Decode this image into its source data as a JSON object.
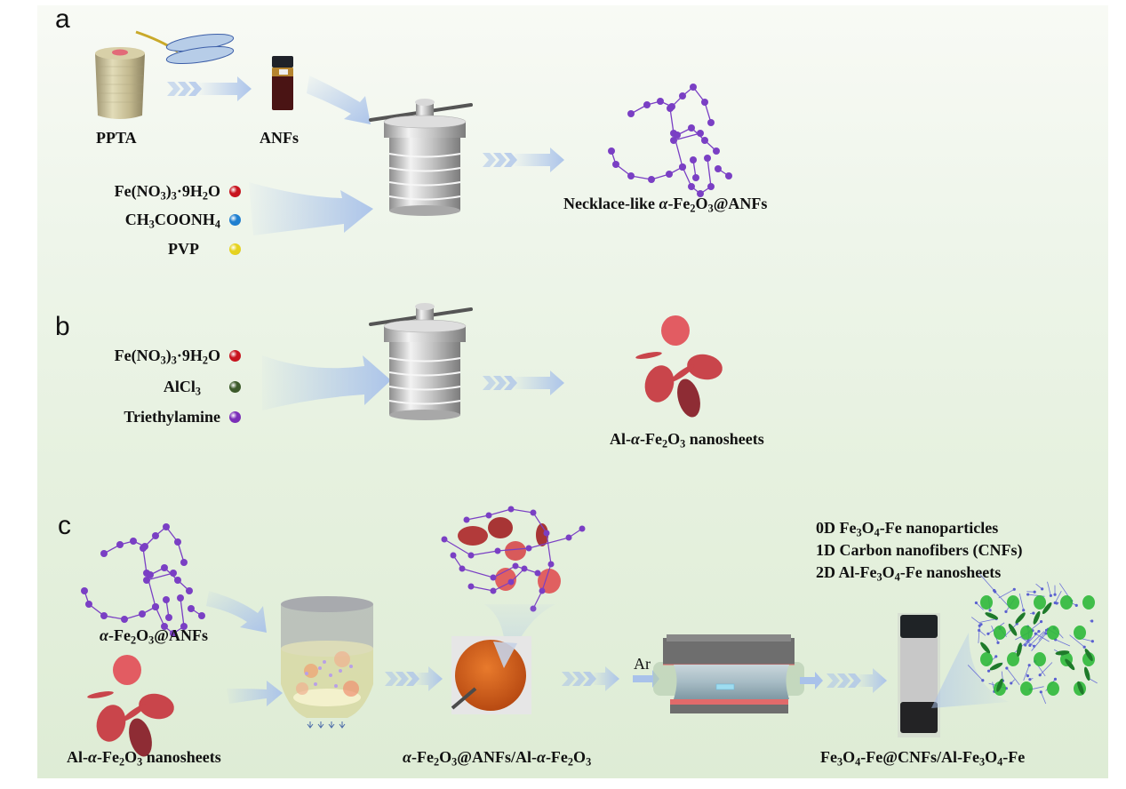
{
  "figure": {
    "panels": {
      "a": {
        "letter": "a",
        "labels": {
          "pptta": "PPTA",
          "anfs": "ANFs",
          "product": "Necklace-like α-Fe2O3@ANFs"
        },
        "reagents": [
          {
            "name": "Fe(NO3)3·9H2O",
            "color": "#c8141e"
          },
          {
            "name": "CH3COONH4",
            "color": "#1f7fd0"
          },
          {
            "name": "PVP",
            "color": "#e6d21e"
          }
        ]
      },
      "b": {
        "letter": "b",
        "labels": {
          "product": "Al-α-Fe2O3 nanosheets"
        },
        "reagents": [
          {
            "name": "Fe(NO3)3·9H2O",
            "color": "#c8141e"
          },
          {
            "name": "AlCl3",
            "color": "#3c5a2a"
          },
          {
            "name": "Triethylamine",
            "color": "#7a2fb8"
          }
        ]
      },
      "c": {
        "letter": "c",
        "labels": {
          "input1": "α-Fe2O3@ANFs",
          "input2": "Al-α-Fe2O3 nanosheets",
          "intermediate": "α-Fe2O3@ANFs/Al-α-Fe2O3",
          "gas": "Ar",
          "product": "Fe3O4-Fe@CNFs/Al-Fe3O4-Fe"
        },
        "components": [
          "0D Fe3O4-Fe nanoparticles",
          "1D Carbon nanofibers (CNFs)",
          "2D Al-Fe3O4-Fe nanosheets"
        ]
      }
    },
    "colors": {
      "arrow": "#a9c2ea",
      "necklace": "#7a3fc4",
      "sheet_light": "#e25c62",
      "sheet_mid": "#c9454b",
      "sheet_dark": "#8e2c34",
      "product_green": "#2fb83a",
      "powder_orange": "#d45a1a"
    }
  }
}
